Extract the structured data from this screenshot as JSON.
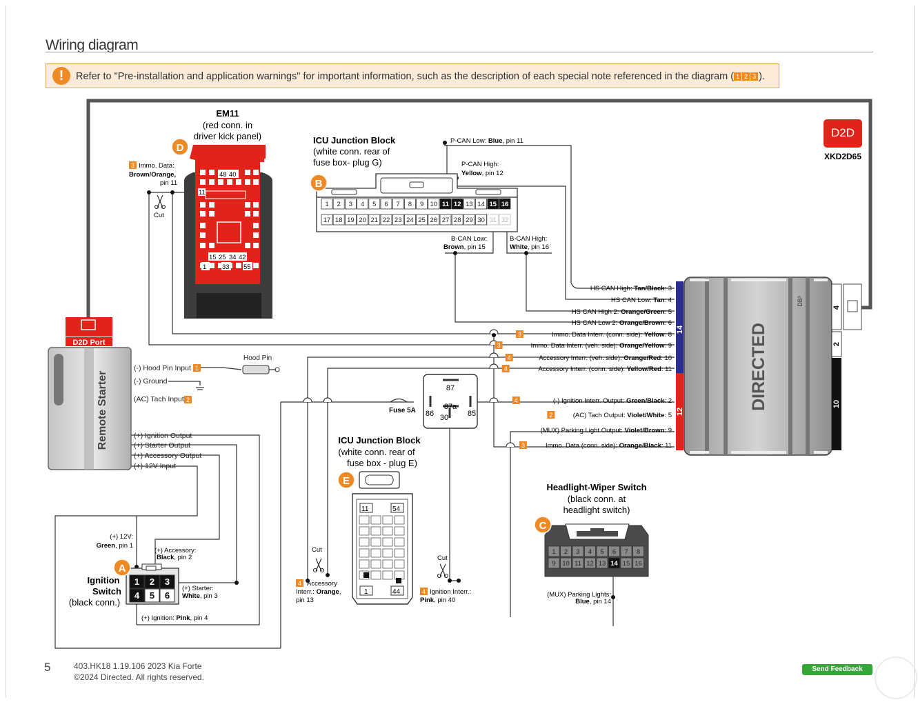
{
  "page": {
    "title": "Wiring diagram",
    "notice": "Refer to \"Pre-installation and application warnings\" for important information, such as the description of each special note referenced in the diagram (",
    "notice_badges": [
      "1",
      "2",
      "3"
    ],
    "notice_end": ").",
    "page_number": "5",
    "doc_line1": "403.HK18 1.19.106 2023 Kia Forte",
    "doc_line2": "©2024 Directed. All rights reserved.",
    "feedback_button": "Send Feedback"
  },
  "module": {
    "brand": "DIRECTED",
    "db": "DB³",
    "model": "XKD2D65",
    "d2d_logo": "D2D",
    "port_labels": [
      "14",
      "12",
      "4",
      "2",
      "10"
    ]
  },
  "remote_starter": {
    "name": "Remote Starter",
    "port": "D2D Port",
    "inputs": [
      "(-) Hood Pin Input",
      "(-) Ground",
      "(AC) Tach Input"
    ],
    "input_notes": [
      "1",
      "",
      "2"
    ],
    "outputs": [
      "(+) Ignition Output",
      "(+) Starter Output",
      "(+) Accessory Output",
      "(+) 12V Input"
    ],
    "hood_pin": "Hood Pin"
  },
  "em11": {
    "title": "EM11",
    "sub1": "(red conn. in",
    "sub2": "driver kick panel)",
    "letter": "D",
    "pins_top": [
      "48",
      "40"
    ],
    "pin_11": "11",
    "pins_bottom_row": [
      "15",
      "25",
      "34",
      "42"
    ],
    "pins_last": [
      "1",
      "33",
      "55"
    ],
    "wire_note": "3",
    "wire_label1": "Immo. Data:",
    "wire_label2": "Brown/Orange,",
    "wire_label3": "pin 11",
    "cut": "Cut"
  },
  "icu_g": {
    "title": "ICU Junction Block",
    "sub1": "(white conn. rear of",
    "sub2": "fuse box- plug G)",
    "letter": "B",
    "row1": [
      "1",
      "2",
      "3",
      "4",
      "5",
      "6",
      "7",
      "8",
      "9",
      "10",
      "11",
      "12",
      "13",
      "14",
      "15",
      "16"
    ],
    "row2": [
      "17",
      "18",
      "19",
      "20",
      "21",
      "22",
      "23",
      "24",
      "25",
      "26",
      "27",
      "28",
      "29",
      "30",
      "31",
      "32"
    ],
    "p_can_low": "P-CAN Low: ",
    "p_can_low_color": "Blue",
    "p_can_low_pin": ", pin 11",
    "p_can_high": "P-CAN High:",
    "p_can_high_color": "Yellow",
    "p_can_high_pin": ", pin 12",
    "b_can_low": "B-CAN Low:",
    "b_can_low_color": "Brown",
    "b_can_low_pin": ", pin 15",
    "b_can_high": "B-CAN High:",
    "b_can_high_color": "White",
    "b_can_high_pin": ", pin 16"
  },
  "harness_labels": [
    {
      "note": "",
      "text": "HS CAN High: ",
      "bold": "Tan/Black",
      "pin": ": 3"
    },
    {
      "note": "",
      "text": "HS CAN Low: ",
      "bold": "Tan",
      "pin": ": 4"
    },
    {
      "note": "",
      "text": "HS CAN High 2: ",
      "bold": "Orange/Green",
      "pin": ": 5"
    },
    {
      "note": "",
      "text": "HS CAN Low 2: ",
      "bold": "Orange/Brown",
      "pin": ": 6"
    },
    {
      "note": "3",
      "text": "Immo. Data Interr. (conn. side): ",
      "bold": "Yellow",
      "pin": ": 8"
    },
    {
      "note": "3",
      "text": "Immo. Data Interr. (veh. side): ",
      "bold": "Orange/Yellow",
      "pin": ": 9"
    },
    {
      "note": "4",
      "text": "Accessory Interr. (veh. side): ",
      "bold": "Orange/Red",
      "pin": ": 10"
    },
    {
      "note": "4",
      "text": "Accessory Interr. (conn. side): ",
      "bold": "Yellow/Red",
      "pin": ": 11"
    },
    {
      "note": "4",
      "text": "(-) Ignition Interr. Output: ",
      "bold": "Green/Black",
      "pin": ": 2"
    },
    {
      "note": "2",
      "text": "(AC) Tach Output: ",
      "bold": "Violet/White",
      "pin": ": 5"
    },
    {
      "note": "",
      "text": "(MUX) Parking Light Output: ",
      "bold": "Violet/Brown",
      "pin": ": 9"
    },
    {
      "note": "3",
      "text": "Immo. Data (conn. side): ",
      "bold": "Orange/Black",
      "pin": ": 11"
    }
  ],
  "relay": {
    "pin87": "87",
    "pin87a": "87a",
    "pin86": "86",
    "pin85": "85",
    "pin30": "30",
    "fuse": "Fuse 5A"
  },
  "icu_e": {
    "title": "ICU Junction Block",
    "sub1": "(white conn. rear of",
    "sub2": "fuse box - plug E)",
    "letter": "E",
    "pins": [
      "11",
      "54",
      "1",
      "44"
    ],
    "acc_note": "4",
    "acc_label1": "Accessory",
    "acc_label2": "Interr.: ",
    "acc_color": "Orange",
    "acc_pin": "pin 13",
    "ign_note": "4",
    "ign_label": "Ignition Interr.:",
    "ign_color": "Pink",
    "ign_pin": ", pin 40",
    "cut": "Cut"
  },
  "headlight": {
    "title": "Headlight-Wiper Switch",
    "sub1": "(black conn. at",
    "sub2": "headlight switch)",
    "letter": "C",
    "row1": [
      "1",
      "2",
      "3",
      "4",
      "5",
      "6",
      "7",
      "8"
    ],
    "row2": [
      "9",
      "10",
      "11",
      "12",
      "13",
      "14",
      "15",
      "16"
    ],
    "wire1": "(MUX) Parking Lights:",
    "wire2_color": "Blue",
    "wire2_pin": ", pin 14"
  },
  "ignition": {
    "title1": "Ignition",
    "title2": "Switch",
    "sub": "(black conn.)",
    "letter": "A",
    "pins": [
      "1",
      "2",
      "3",
      "4",
      "5",
      "6"
    ],
    "l12v": "(+) 12V:",
    "l12v_color": "Green",
    "l12v_pin": ", pin 1",
    "lacc": "(+) Accessory:",
    "lacc_color": "Black",
    "lacc_pin": ", pin 2",
    "lstart": "(+) Starter:",
    "lstart_color": "White",
    "lstart_pin": ", pin 3",
    "lign": "(+) Ignition: ",
    "lign_color": "Pink",
    "lign_pin": ", pin 4"
  }
}
